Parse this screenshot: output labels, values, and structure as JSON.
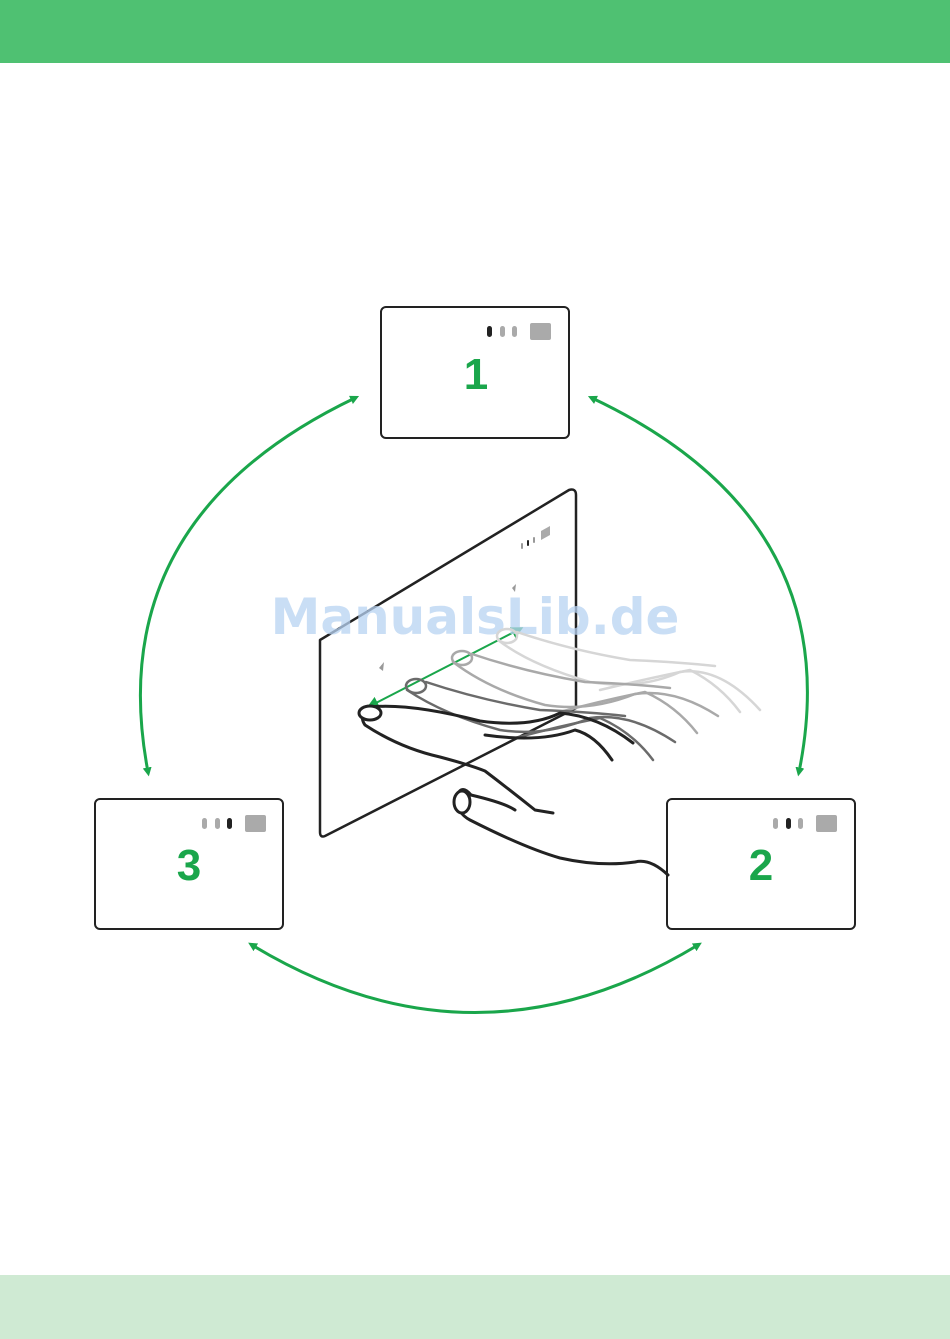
{
  "colors": {
    "top_bar": "#4fc172",
    "bottom_bar": "#cfead3",
    "accent_green": "#1aa64b",
    "arrow_green": "#1aa64b",
    "outline": "#222222",
    "indicator_gray": "#aaaaaa"
  },
  "screens": [
    {
      "label": "1",
      "active_dot": 1
    },
    {
      "label": "2",
      "active_dot": 2
    },
    {
      "label": "3",
      "active_dot": 3
    }
  ],
  "watermark": "ManualsLib.de",
  "icons": [
    "swipe-hand-icon",
    "cycle-arrow-icon",
    "menu-indicator-icon"
  ]
}
